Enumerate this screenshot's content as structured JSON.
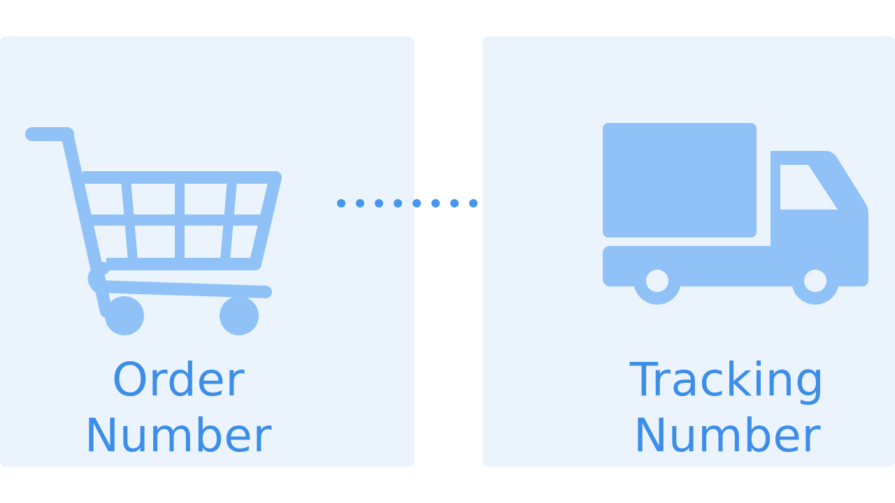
{
  "colors": {
    "panel_bg": "#ebf4fd",
    "icon_fill": "#90c2f8",
    "text": "#3d8ee8",
    "arrow": "#4496ee"
  },
  "left_panel": {
    "icon": "shopping-cart-icon",
    "label_line1": "Order",
    "label_line2": "Number"
  },
  "right_panel": {
    "icon": "delivery-truck-icon",
    "label_line1": "Tracking",
    "label_line2": "Number"
  },
  "connector": {
    "icon": "dotted-arrow-icon"
  }
}
